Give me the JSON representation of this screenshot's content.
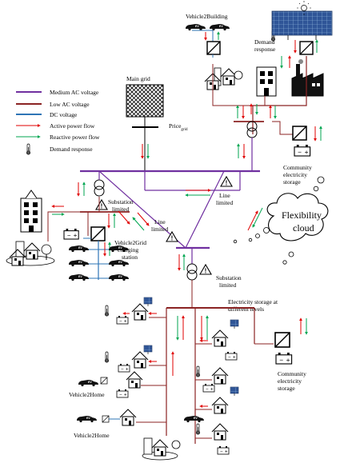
{
  "legend": {
    "medium_ac": "Medium AC voltage",
    "low_ac": "Low AC voltage",
    "dc": "DC voltage",
    "active": "Active power flow",
    "reactive": "Reactive power flow",
    "demand_response": "Demand response"
  },
  "labels": {
    "main_grid": "Main grid",
    "price": "Price",
    "price_sub": "grid",
    "vehicle2building": "Vehicle2Building",
    "demand_response_1": "Demand",
    "demand_response_2": "response",
    "community_storage_top_1": "Community",
    "community_storage_top_2": "electricity",
    "community_storage_top_3": "storage",
    "substation_limited_1": "Substation",
    "substation_limited_2": "limited",
    "line_limited_1": "Line",
    "line_limited_2": "limited",
    "line_limited_mid_1": "Line",
    "line_limited_mid_2": "limited",
    "flexibility_1": "Flexibility",
    "flexibility_2": "cloud",
    "v2g_1": "Vehicle2Grid",
    "v2g_2": "charging",
    "v2g_3": "station",
    "substation_limited_low_1": "Substation",
    "substation_limited_low_2": "limited",
    "storage_levels_1": "Electricity storage at",
    "storage_levels_2": "different levels",
    "community_storage_low_1": "Community",
    "community_storage_low_2": "electricity",
    "community_storage_low_3": "storage",
    "vehicle2home_1": "Vehicle2Home",
    "vehicle2home_2": "Vehicle2Home",
    "ev": "EV",
    "plus": "+",
    "minus": "−"
  },
  "colors": {
    "medium_ac": "#7030A0",
    "low_ac": "#8B2323",
    "dc": "#2E75B6",
    "active": "#E00000",
    "reactive": "#00A651",
    "solar": "#2F5597"
  }
}
